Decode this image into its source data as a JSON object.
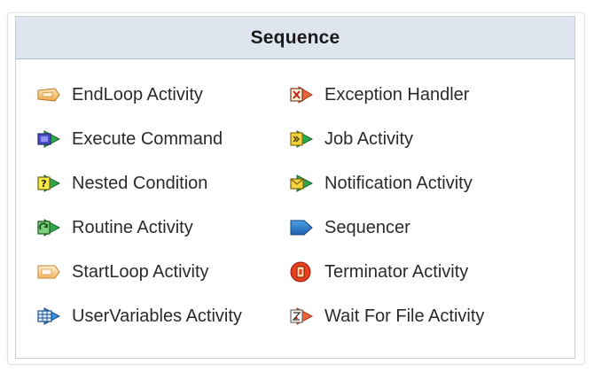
{
  "panel": {
    "title": "Sequence"
  },
  "items": [
    {
      "label": "EndLoop Activity",
      "icon": "endloop-icon"
    },
    {
      "label": "Exception Handler",
      "icon": "exception-handler-icon"
    },
    {
      "label": "Execute Command",
      "icon": "execute-command-icon"
    },
    {
      "label": "Job Activity",
      "icon": "job-activity-icon"
    },
    {
      "label": "Nested Condition",
      "icon": "nested-condition-icon"
    },
    {
      "label": "Notification Activity",
      "icon": "notification-icon"
    },
    {
      "label": "Routine Activity",
      "icon": "routine-icon"
    },
    {
      "label": "Sequencer",
      "icon": "sequencer-icon"
    },
    {
      "label": "StartLoop Activity",
      "icon": "startloop-icon"
    },
    {
      "label": "Terminator Activity",
      "icon": "terminator-icon"
    },
    {
      "label": "UserVariables Activity",
      "icon": "uservariables-icon"
    },
    {
      "label": "Wait For File Activity",
      "icon": "wait-for-file-icon"
    }
  ]
}
